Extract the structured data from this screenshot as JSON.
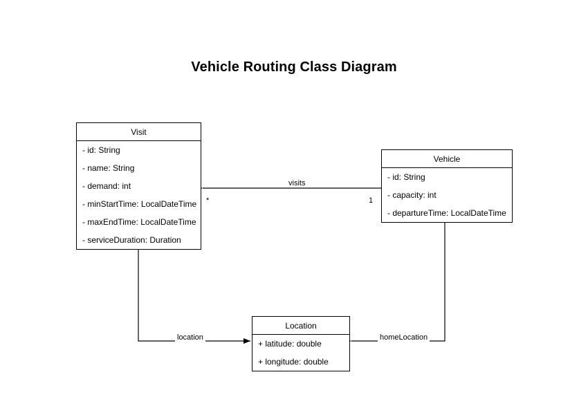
{
  "diagram": {
    "title": "Vehicle Routing Class Diagram",
    "background_color": "#ffffff",
    "line_color": "#000000",
    "type": "uml-class-diagram"
  },
  "classes": {
    "visit": {
      "name": "Visit",
      "attributes": [
        "- id: String",
        "- name: String",
        "- demand: int",
        "- minStartTime: LocalDateTime",
        "- maxEndTime: LocalDateTime",
        "- serviceDuration: Duration"
      ]
    },
    "vehicle": {
      "name": "Vehicle",
      "attributes": [
        "- id: String",
        "- capacity: int",
        "- departureTime: LocalDateTime"
      ]
    },
    "location": {
      "name": "Location",
      "attributes": [
        "+ latitude: double",
        "+ longitude: double"
      ]
    }
  },
  "relationships": {
    "visits": {
      "label": "visits",
      "source_multiplicity": "1",
      "target_multiplicity": "*"
    },
    "location": {
      "label": "location"
    },
    "home_location": {
      "label": "homeLocation"
    }
  }
}
